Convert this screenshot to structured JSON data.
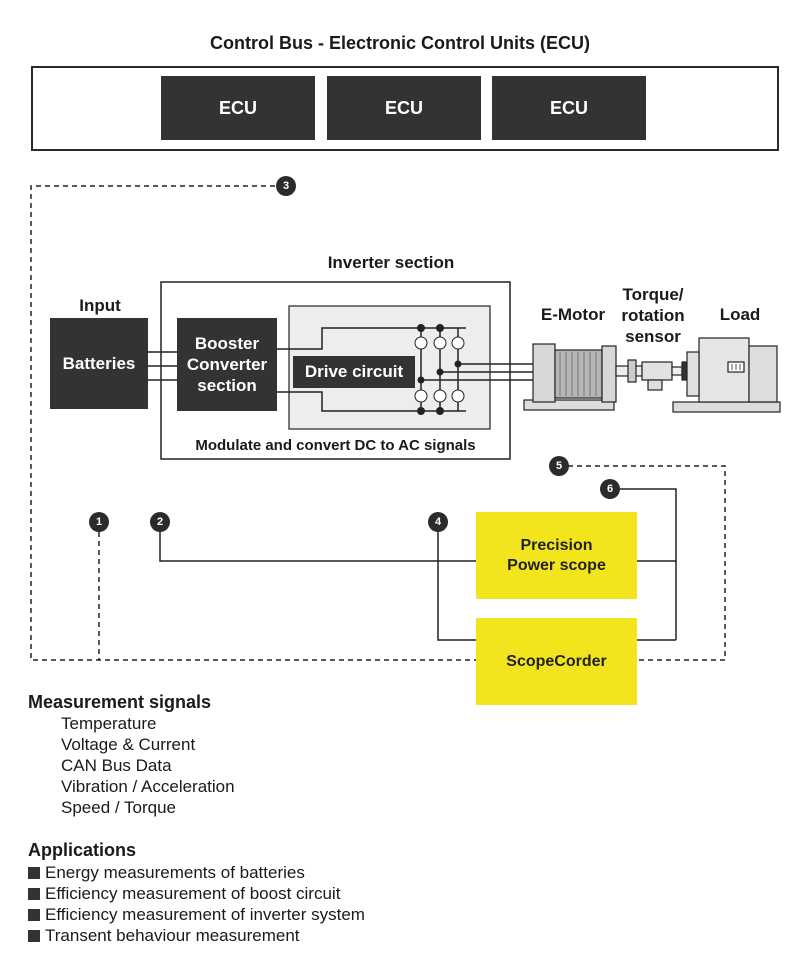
{
  "title": "Control Bus - Electronic Control Units (ECU)",
  "ecus": [
    "ECU",
    "ECU",
    "ECU"
  ],
  "input_label": "Input",
  "batteries_label": "Batteries",
  "inverter_section_label": "Inverter section",
  "booster_lines": [
    "Booster",
    "Converter",
    "section"
  ],
  "drive_circuit_label": "Drive circuit",
  "modulate_label": "Modulate and convert DC to AC signals",
  "emotor_label": "E-Motor",
  "torque_lines": [
    "Torque/",
    "rotation",
    "sensor"
  ],
  "load_label": "Load",
  "precision_lines": [
    "Precision",
    "Power scope"
  ],
  "scopecorder_label": "ScopeCorder",
  "badges": [
    "1",
    "2",
    "3",
    "4",
    "5",
    "6"
  ],
  "measurement": {
    "heading": "Measurement signals",
    "items": [
      "Temperature",
      "Voltage & Current",
      "CAN Bus Data",
      "Vibration / Acceleration",
      "Speed / Torque"
    ]
  },
  "applications": {
    "heading": "Applications",
    "items": [
      "Energy measurements of batteries",
      "Efficiency measurement of boost circuit",
      "Efficiency measurement of inverter system",
      "Transent behaviour measurement"
    ]
  },
  "colors": {
    "dark_box": "#333333",
    "yellow_box": "#f2e51e",
    "line": "#222222",
    "inverter_fill": "#ededed"
  }
}
